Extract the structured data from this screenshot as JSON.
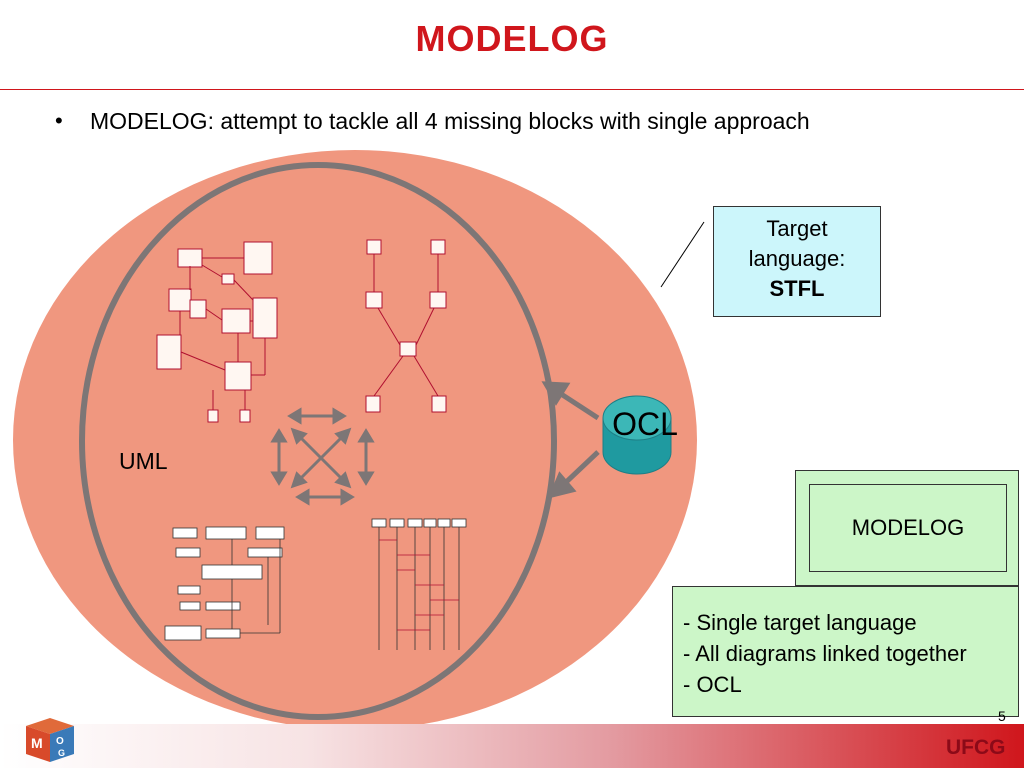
{
  "slide": {
    "title": "MODELOG",
    "bullet": "MODELOG: attempt to tackle all 4 missing blocks with single approach"
  },
  "labels": {
    "uml": "UML",
    "ocl": "OCL"
  },
  "target_box": {
    "line1": "Target",
    "line2": "language:",
    "line3": "STFL"
  },
  "modelog_box": {
    "label": "MODELOG"
  },
  "features": [
    "- Single target language",
    "- All diagrams linked together",
    "- OCL"
  ],
  "footer": {
    "org": "UFCG",
    "page": "5"
  },
  "colors": {
    "accent": "#d0161c",
    "salmon": "#f0977f",
    "target_fill": "#ccf6fb",
    "modelog_fill": "#ccf6c8",
    "ocl_fill": "#2fa9a9"
  }
}
